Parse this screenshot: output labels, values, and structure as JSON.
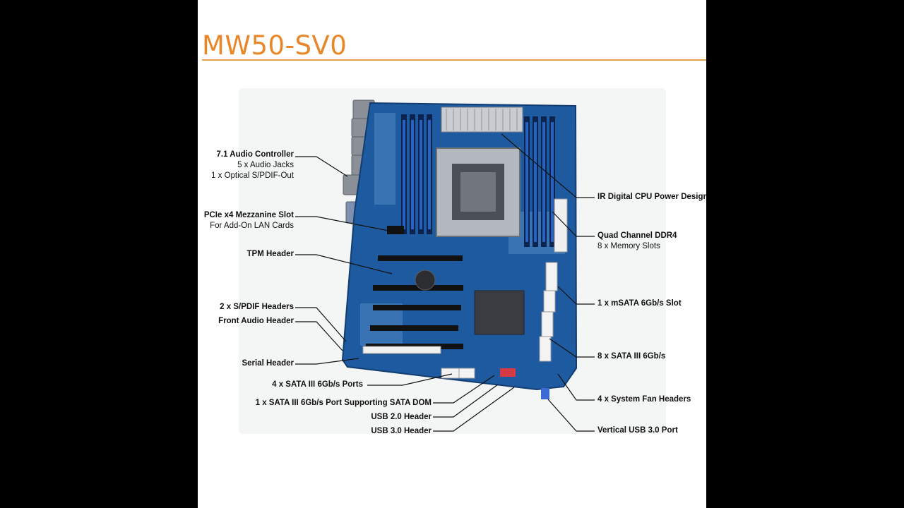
{
  "title": "MW50-SV0",
  "colors": {
    "accent": "#e8862a",
    "pcb": "#1e5aa0",
    "leader": "#111111"
  },
  "callouts_left": [
    {
      "id": "audio",
      "title": "7.1 Audio Controller",
      "sub": [
        "5 x Audio Jacks",
        "1 x Optical S/PDIF-Out"
      ]
    },
    {
      "id": "pcie-mezz",
      "title": "PCIe x4 Mezzanine Slot",
      "sub": [
        "For Add-On LAN Cards"
      ]
    },
    {
      "id": "tpm",
      "title": "TPM Header",
      "sub": []
    },
    {
      "id": "spdif",
      "title": "2 x S/PDIF Headers",
      "sub": []
    },
    {
      "id": "front-audio",
      "title": "Front Audio Header",
      "sub": []
    },
    {
      "id": "serial",
      "title": "Serial Header",
      "sub": []
    },
    {
      "id": "sata4",
      "title": "4 x SATA III 6Gb/s Ports",
      "sub": []
    },
    {
      "id": "sata-dom",
      "title": "1 x SATA III 6Gb/s Port Supporting SATA DOM",
      "sub": []
    },
    {
      "id": "usb2",
      "title": "USB 2.0 Header",
      "sub": []
    },
    {
      "id": "usb3",
      "title": "USB 3.0 Header",
      "sub": []
    }
  ],
  "callouts_right": [
    {
      "id": "ir-power",
      "title": "IR Digital CPU Power Design",
      "sub": []
    },
    {
      "id": "ddr4",
      "title": "Quad Channel DDR4",
      "sub": [
        "8 x Memory Slots"
      ]
    },
    {
      "id": "msata",
      "title": "1 x mSATA 6Gb/s Slot",
      "sub": []
    },
    {
      "id": "sata8",
      "title": "8 x SATA III 6Gb/s",
      "sub": []
    },
    {
      "id": "fans",
      "title": "4 x System Fan Headers",
      "sub": []
    },
    {
      "id": "vusb3",
      "title": "Vertical USB 3.0 Port",
      "sub": []
    }
  ]
}
